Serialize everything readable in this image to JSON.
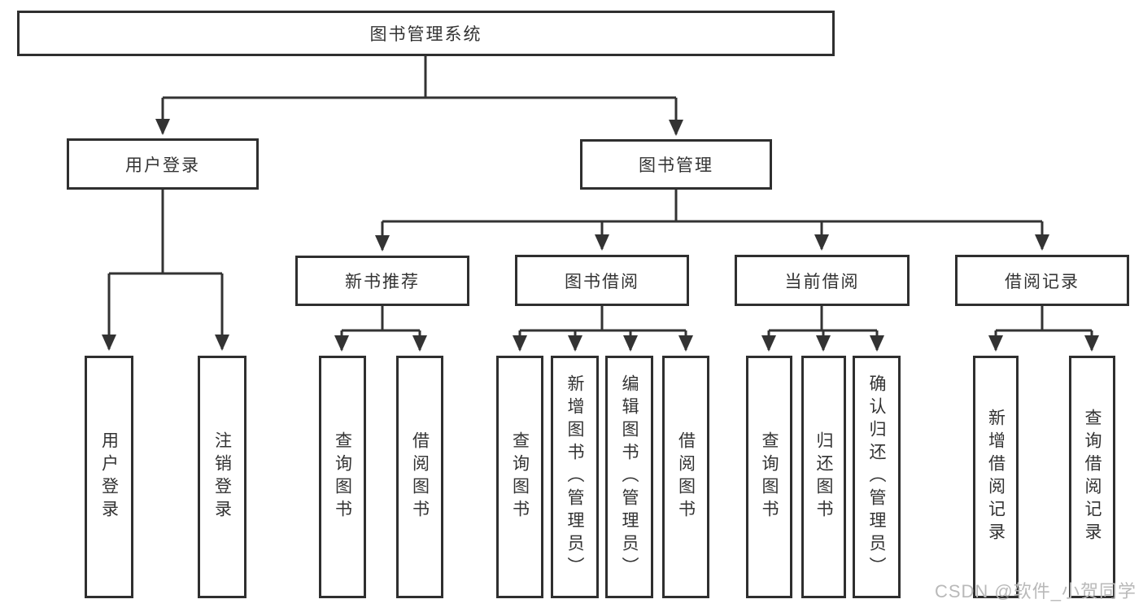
{
  "diagram": {
    "background": "#ffffff",
    "line_color": "#333333",
    "text_color": "#333333",
    "watermark_color": "#b9b9b9",
    "nodes": {
      "root": "图书管理系统",
      "user_login": "用户登录",
      "book_management": "图书管理",
      "new_book_recommend": "新书推荐",
      "book_borrow": "图书借阅",
      "current_borrow": "当前借阅",
      "borrow_records": "借阅记录",
      "leaf_user_login": "用户登录",
      "leaf_logout": "注销登录",
      "recommend_query_books": "查询图书",
      "recommend_borrow_books": "借阅图书",
      "borrow_query_books": "查询图书",
      "borrow_add_books": "新增图书（管理员）",
      "borrow_edit_books": "编辑图书（管理员）",
      "borrow_borrow_books": "借阅图书",
      "current_query_books": "查询图书",
      "current_return_books": "归还图书",
      "current_confirm_return": "确认归还（管理员）",
      "records_add_record": "新增借阅记录",
      "records_query_record": "查询借阅记录"
    },
    "watermark": "CSDN @软件_小贺同学"
  }
}
